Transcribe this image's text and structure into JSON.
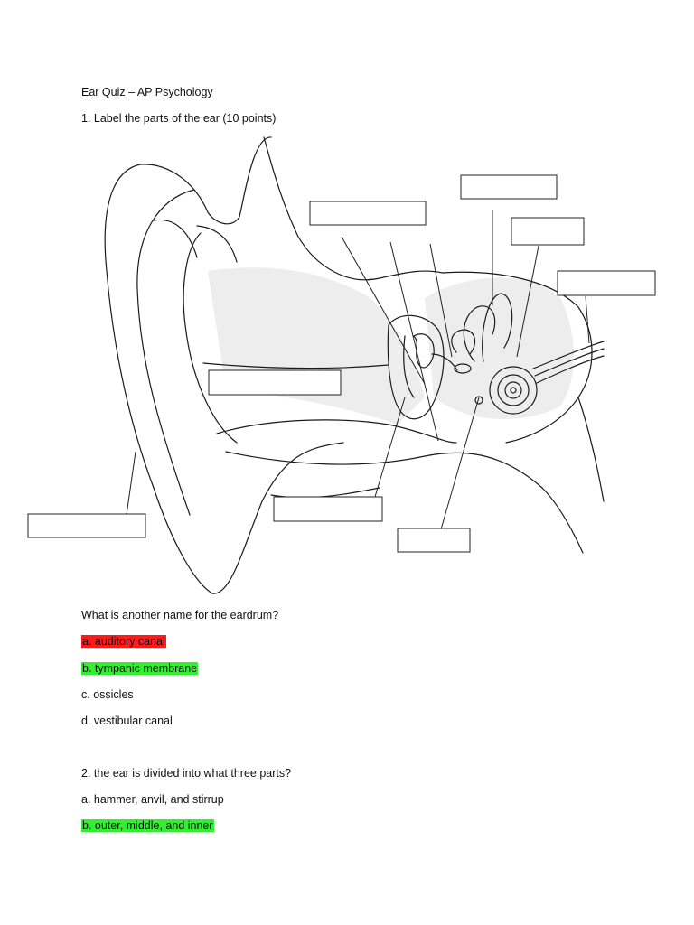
{
  "document": {
    "title": "Ear Quiz – AP Psychology",
    "instruction": "1. Label the parts of the ear (10 points)"
  },
  "questions": [
    {
      "prompt": "What is another name for the eardrum?",
      "options": [
        {
          "text": "a. auditory canal",
          "highlight": "red"
        },
        {
          "text": "b. tympanic membrane",
          "highlight": "green"
        },
        {
          "text": "c. ossicles",
          "highlight": "none"
        },
        {
          "text": "d. vestibular canal",
          "highlight": "none"
        }
      ]
    },
    {
      "prompt": "2. the ear is divided into what three parts?",
      "options": [
        {
          "text": "a. hammer, anvil, and stirrup",
          "highlight": "none"
        },
        {
          "text": "b. outer, middle, and inner",
          "highlight": "green"
        }
      ]
    }
  ],
  "colors": {
    "highlight_red": "#ff1a1a",
    "highlight_green": "#33ee33",
    "ink": "#1a1a1a",
    "shading": "#ededed"
  }
}
